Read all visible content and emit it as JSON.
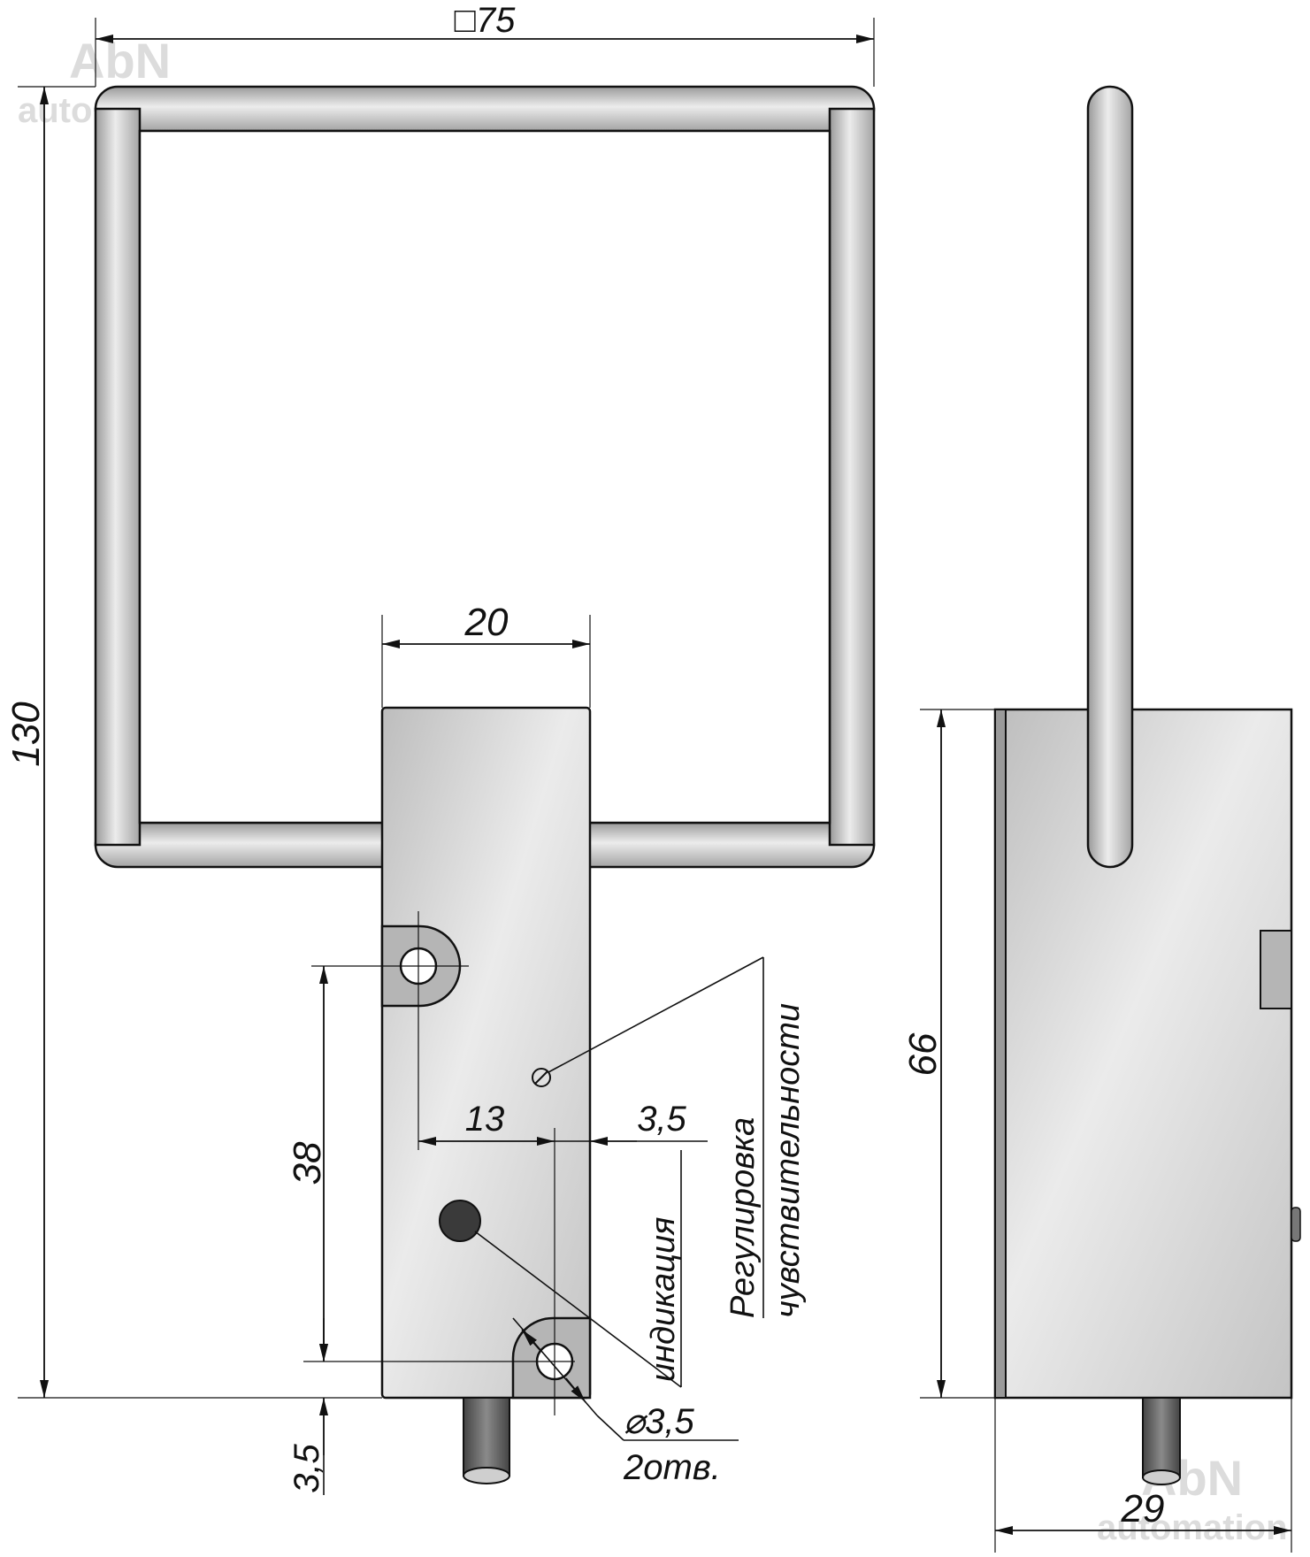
{
  "front_view": {
    "frame_width": "□75",
    "total_height": "130",
    "body_width": "20",
    "hole_spacing": "38",
    "hole_offset": "13",
    "edge_offset": "3,5",
    "bottom_offset": "3,5",
    "hole_diameter": "⌀3,5",
    "hole_count": "2отв.",
    "label_indication": "индикация",
    "label_adjust_1": "Регулировка",
    "label_adjust_2": "чувствительности"
  },
  "side_view": {
    "body_height": "66",
    "body_depth": "29"
  },
  "watermark": {
    "brand": "AbN",
    "sub": "automation"
  },
  "colors": {
    "body_light": "#e4e4e4",
    "body_dark": "#b9b9b9",
    "outline": "#111111",
    "led": "#3a3a3a"
  }
}
